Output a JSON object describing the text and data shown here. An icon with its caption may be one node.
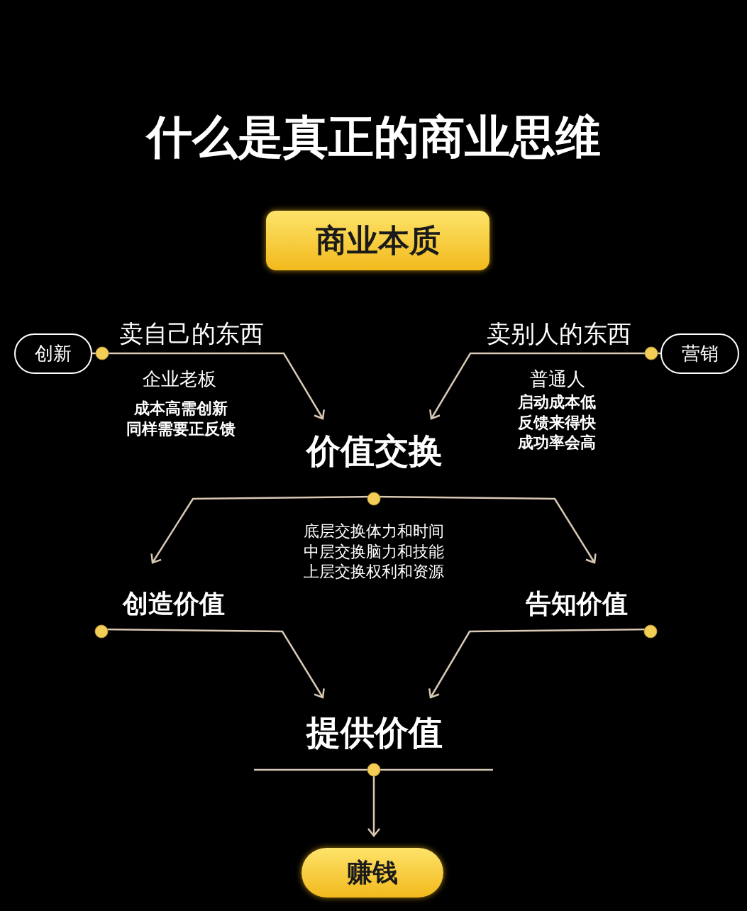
{
  "diagram": {
    "title": "什么是真正的商业思维",
    "nodes": [
      {
        "text": [
          "商业本质"
        ]
      },
      {
        "text": [
          "创新"
        ]
      },
      {
        "text": [
          "营销"
        ]
      },
      {
        "text": [
          "价值交换"
        ]
      },
      {
        "text": [
          "创造价值"
        ]
      },
      {
        "text": [
          "告知价值"
        ]
      },
      {
        "text": [
          "提供价值"
        ]
      },
      {
        "text": [
          "赚钱"
        ]
      }
    ],
    "edges": [
      {
        "from": 1,
        "to": 3,
        "arrow": "to",
        "label": "卖自己的东西"
      },
      {
        "from": 2,
        "to": 3,
        "arrow": "to",
        "label": "卖别人的东西"
      },
      {
        "from": 3,
        "to": 4,
        "arrow": "to"
      },
      {
        "from": 3,
        "to": 5,
        "arrow": "to"
      },
      {
        "from": 4,
        "to": 6,
        "arrow": "to"
      },
      {
        "from": 5,
        "to": 6,
        "arrow": "to"
      },
      {
        "from": 6,
        "to": 7,
        "arrow": "to"
      }
    ],
    "labels": [
      "企业老板",
      "成本高需创新",
      "同样需要正反馈",
      "普通人",
      "启动成本低反馈来得快成功率会高",
      "底层交换体力和时间中层交换脑力和技能上层交换权利和资源"
    ]
  }
}
